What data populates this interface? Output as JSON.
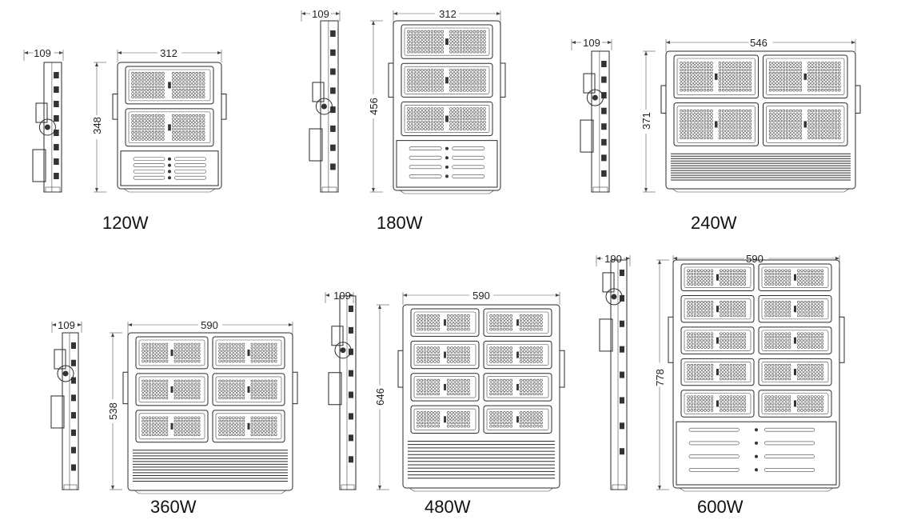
{
  "models": [
    {
      "label": "120W",
      "depth": "109",
      "width": "312",
      "height": "348",
      "modules": {
        "rows": 2,
        "cols": 1
      },
      "fins": false,
      "plate": true
    },
    {
      "label": "180W",
      "depth": "109",
      "width": "312",
      "height": "456",
      "modules": {
        "rows": 3,
        "cols": 1
      },
      "fins": false,
      "plate": true
    },
    {
      "label": "240W",
      "depth": "109",
      "width": "546",
      "height": "371",
      "modules": {
        "rows": 2,
        "cols": 2
      },
      "fins": true,
      "plate": false
    },
    {
      "label": "360W",
      "depth": "109",
      "width": "590",
      "height": "538",
      "modules": {
        "rows": 3,
        "cols": 2
      },
      "fins": true,
      "plate": false
    },
    {
      "label": "480W",
      "depth": "109",
      "width": "590",
      "height": "646",
      "modules": {
        "rows": 4,
        "cols": 2
      },
      "fins": true,
      "plate": false
    },
    {
      "label": "600W",
      "depth": "190",
      "width": "590",
      "height": "778",
      "modules": {
        "rows": 5,
        "cols": 2
      },
      "fins": false,
      "plate": true
    }
  ]
}
